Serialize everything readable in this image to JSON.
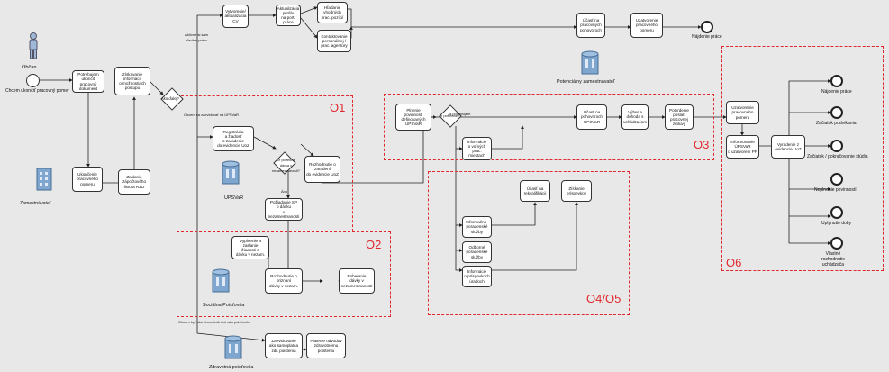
{
  "actors": {
    "citizen": "Občan",
    "citizen_start": "Chcem ukončiť pracovný pomer",
    "employer": "Zamestnávateľ",
    "upsvar": "ÚPSVaR",
    "social": "Sociálna Poisťovňa",
    "health": "Zdravotná poisťovňa",
    "potential_employer": "Potenciálny zamestnávateľ"
  },
  "zones": {
    "o1": "O1",
    "o2": "O2",
    "o3": "O3",
    "o45": "O4/O5",
    "o6": "O6"
  },
  "tasks": {
    "t1": "Potrebujem\nukončiť\npracovný dokument",
    "t2": "Ukončenie\npracovného\npomeru",
    "t3": "Zaslanie\nzápočtového\nlistu a RZD",
    "t4": "Získavanie informácií\no možnostiach\npostupu",
    "t5": "Vytvorenie/\naktualizácia\nCV",
    "t6": "Aktualizácia\nprofilu\nna port. práce",
    "t7": "Hľadanie\nvhodných\nprac. pozícií",
    "t8": "Kontaktovanie\npersonálnej /\nprac. agentúry",
    "t9": "Účasť na\npracovných\npohovoroch",
    "t10": "Uzatvorenie\npracovného\npomeru",
    "t11": "Registrácia\na žiadosť\no zaradenie\ndo evidencie UoZ",
    "t12": "Rozhodnutie o\nzaradení\ndo evidencie UoZ",
    "t13": "Požiadanie SP\no dávku\nv nezamestnanosti",
    "t14": "Vyplnenie a zaslanie\nžiadosti o\ndávku v nezam.",
    "t15": "Rozhodnutie o\npriznaní\ndávky v nezam.",
    "t16": "Poberanie\ndávky v\nnezamestnanosti",
    "t17": "Zaevidovanie\nako samoplatca\nzdr. poistenia",
    "t18": "Platenie odvodov\nzdravotnému\npoisteniu",
    "t19": "Plnenie povinností\ndefinovaných\nÚPSVaR",
    "t20": "Informácie\no voľných\nprac. miestach",
    "t21": "Účasť na\npohovoroch\nÚPSVaR",
    "t22": "Výber a\ndohoda s\nuchádzačom",
    "t23": "Potvrdenie\nposlatí\npracovnej zmluvy",
    "t24": "Uzatvorenie\npracovného\npomeru",
    "t25": "Informovanie\nÚPSVaR\no uzatvorení PP",
    "t26": "Vyradenie z\nevidencie UoZ",
    "t27": "Informačno-\nporadenské\nslužby",
    "t28": "Odborné\nporadenské\nslužby",
    "t29": "Informácie\no príspevkoch\núradoch",
    "t30": "Účasť na\nrekvalifikácii",
    "t31": "Získanie\nprí­spevkov"
  },
  "gateways": {
    "g1": "Ako ďalej?",
    "g2": "Je potrebná\ndávka v\nnezamestnanosti?",
    "g3": "Je potrebné?"
  },
  "edge_labels": {
    "e1": "Aktívne si sám\nhľadám prácu",
    "e2": "Chcem sa zaevidovať na ÚPSVaR",
    "e3": "Áno",
    "e4": "Chcem byť ako živnostník tiež ako poisťovňa",
    "e5": "Ja potrebujem"
  },
  "end_events": {
    "end_top": "Nájdenie práce",
    "o6_1": "Nájdenie práce",
    "o6_2": "Začiatok podnikania",
    "o6_3": "Začiatok / pokračovanie štúdia",
    "o6_4": "Neplnenie povinností",
    "o6_5": "Uplynutie doby",
    "o6_6": "Vlastné rozhodnutie uchádzača"
  }
}
